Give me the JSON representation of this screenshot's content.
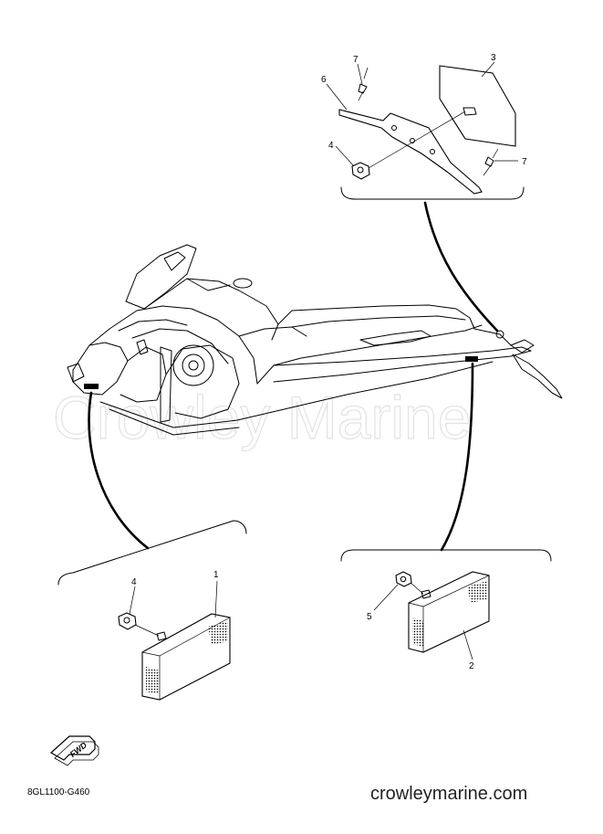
{
  "watermark": "Crowley Marine",
  "footer": {
    "part_code": "8GL1100-G460",
    "website": "crowleymarine.com"
  },
  "fwd_badge": "FWD",
  "callouts": {
    "bracket": "6",
    "rivet_top": "7",
    "rivet_right": "7",
    "plate_rear": "3",
    "nut_rear": "4",
    "reflector_front": "1",
    "nut_front": "4",
    "reflector_side": "2",
    "nut_side": "5"
  }
}
